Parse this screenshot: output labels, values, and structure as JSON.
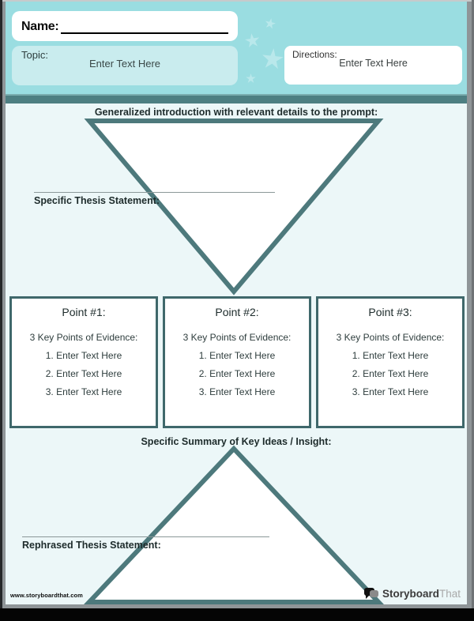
{
  "header": {
    "name_label": "Name:",
    "topic_label": "Topic:",
    "topic_value": "Enter Text Here",
    "directions_label": "Directions:",
    "directions_value": "Enter Text Here"
  },
  "outline": {
    "intro_label": "Generalized introduction with relevant details to the prompt:",
    "thesis_label": "Specific Thesis Statement:",
    "summary_label": "Specific Summary of Key Ideas / Insight:",
    "rephrased_label": "Rephrased Thesis Statement:",
    "points": [
      {
        "title": "Point #1:",
        "evidence_label": "3 Key Points of Evidence:",
        "items": [
          "1. Enter Text Here",
          "2. Enter Text Here",
          "3. Enter Text Here"
        ]
      },
      {
        "title": "Point #2:",
        "evidence_label": "3 Key Points of Evidence:",
        "items": [
          "1. Enter Text Here",
          "2. Enter Text Here",
          "3. Enter Text Here"
        ]
      },
      {
        "title": "Point #3:",
        "evidence_label": "3 Key Points of Evidence:",
        "items": [
          "1. Enter Text Here",
          "2. Enter Text Here",
          "3. Enter Text Here"
        ]
      }
    ]
  },
  "footer": {
    "website": "www.storyboardthat.com",
    "logo_primary": "Storyboard",
    "logo_secondary": "That"
  },
  "colors": {
    "header_bg": "#9adde1",
    "topic_box_bg": "#c9ecee",
    "body_bg": "#ecf7f8",
    "divider": "#4d7f82",
    "triangle_border": "#4d797c",
    "box_border": "#3f686b",
    "star": "#b9e8eb"
  }
}
